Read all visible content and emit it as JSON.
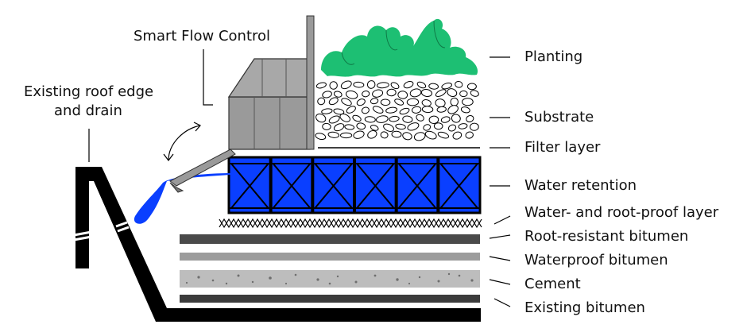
{
  "callouts": {
    "smart_flow": "Smart Flow Control",
    "roof_edge_line1": "Existing roof edge",
    "roof_edge_line2": "and drain"
  },
  "layers": [
    {
      "label": "Planting"
    },
    {
      "label": "Substrate"
    },
    {
      "label": "Filter layer"
    },
    {
      "label": "Water retention"
    },
    {
      "label": "Water- and root-proof layer"
    },
    {
      "label": "Root-resistant bitumen"
    },
    {
      "label": "Waterproof bitumen"
    },
    {
      "label": "Cement"
    },
    {
      "label": "Existing bitumen"
    }
  ],
  "colors": {
    "planting": "#1dbf73",
    "water": "#0a3fff",
    "device": "#9a9a9a",
    "root_resistant_bitumen": "#4a4a4a",
    "waterproof_bitumen": "#9c9c9c",
    "cement": "#bdbdbd",
    "existing_bitumen": "#3c3c3c",
    "structure": "#000000"
  }
}
